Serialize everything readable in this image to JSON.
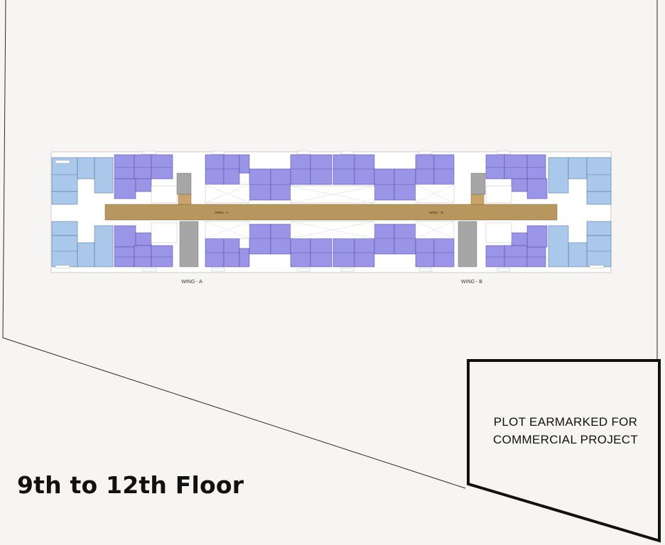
{
  "title": "9th to 12th Floor",
  "wings": [
    {
      "label": "WING - A"
    },
    {
      "label": "WING - B"
    }
  ],
  "corridor_labels": [
    "WING - A",
    "WING - B"
  ],
  "commercial_plot": {
    "line1": "PLOT EARMARKED FOR",
    "line2": "COMMERCIAL PROJECT"
  },
  "colors": {
    "background": "#f7f4f4",
    "unit_purple": "#9a95e6",
    "unit_blue": "#a9c8ea",
    "corridor": "#b8975f",
    "core_gray": "#9a9a9a",
    "void": "#ffffff",
    "boundary": "#222222"
  }
}
